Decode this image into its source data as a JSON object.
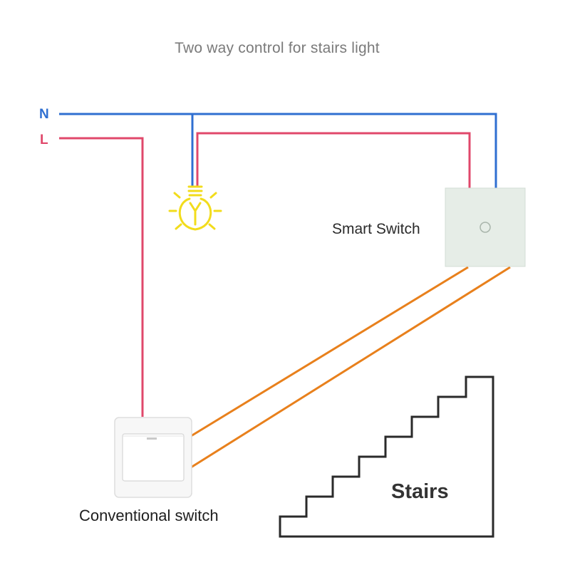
{
  "title": "Two way control for stairs light",
  "wires": {
    "neutral_label": "N",
    "live_label": "L",
    "neutral_color": "#2f6fd1",
    "live_color": "#e0486b",
    "traveler_color": "#e8801c"
  },
  "devices": {
    "smart_switch_label": "Smart Switch",
    "conventional_switch_label": "Conventional switch",
    "lamp_color": "#f2dc1c"
  },
  "stairs": {
    "label": "Stairs",
    "steps": 8
  }
}
